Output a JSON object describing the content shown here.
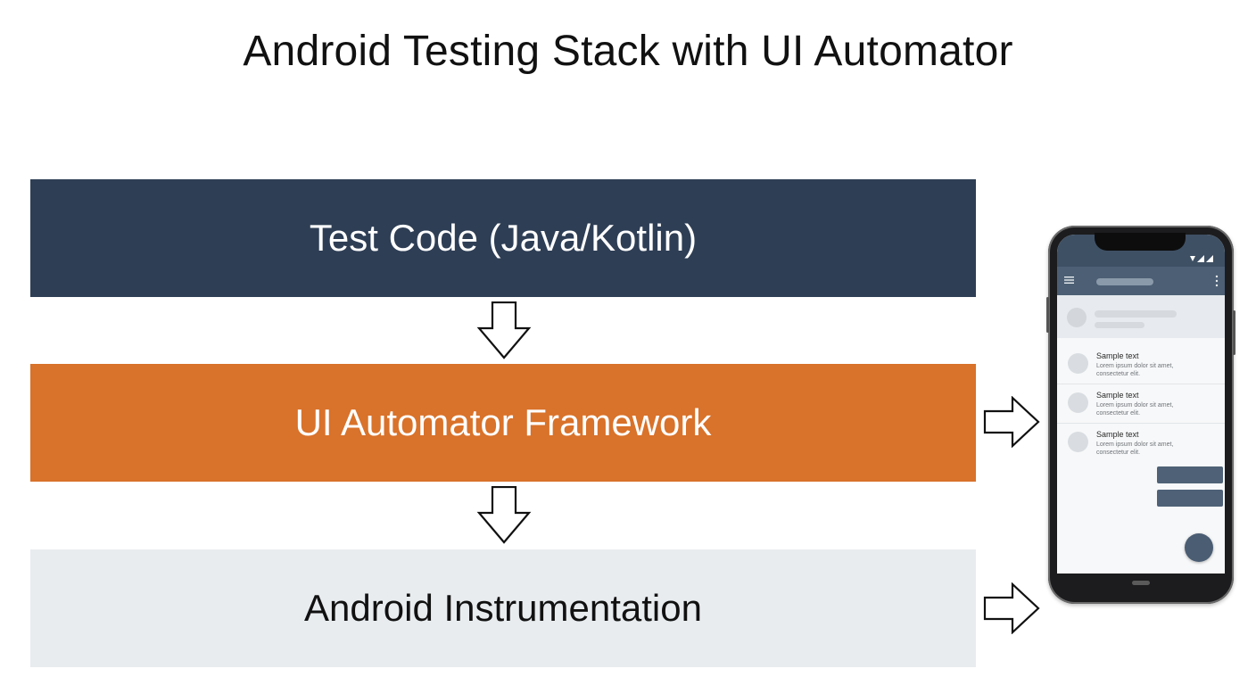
{
  "title": "Android Testing Stack with UI Automator",
  "layers": [
    {
      "label": "Test Code (Java/Kotlin)",
      "color": "#2e3e55"
    },
    {
      "label": "UI Automator Framework",
      "color": "#d9722a"
    },
    {
      "label": "Android Instrumentation",
      "color": "#e8ecef"
    }
  ],
  "phone": {
    "list_items": [
      {
        "title": "Sample text",
        "body": "Lorem ipsum dolor sit amet, consectetur elit."
      },
      {
        "title": "Sample text",
        "body": "Lorem ipsum dolor sit amet, consectetur elit."
      },
      {
        "title": "Sample text",
        "body": "Lorem ipsum dolor sit amet, consectetur elit."
      }
    ]
  }
}
